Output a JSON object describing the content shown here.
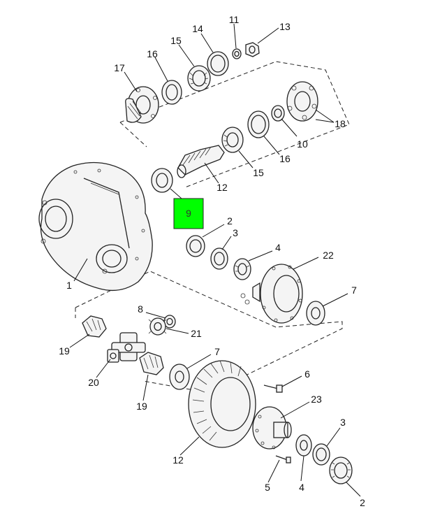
{
  "highlight": {
    "label": "9",
    "color": "#00ff00"
  },
  "callouts": {
    "c17": "17",
    "c16a": "16",
    "c15a": "15",
    "c14": "14",
    "c11": "11",
    "c13": "13",
    "c18": "18",
    "c10": "10",
    "c16b": "16",
    "c15b": "15",
    "c12a": "12",
    "c1": "1",
    "c2a": "2",
    "c3a": "3",
    "c4a": "4",
    "c22": "22",
    "c7a": "7",
    "c8": "8",
    "c21": "21",
    "c19a": "19",
    "c20": "20",
    "c19b": "19",
    "c7b": "7",
    "c6": "6",
    "c23": "23",
    "c3b": "3",
    "c12b": "12",
    "c5": "5",
    "c4b": "4",
    "c2b": "2"
  }
}
